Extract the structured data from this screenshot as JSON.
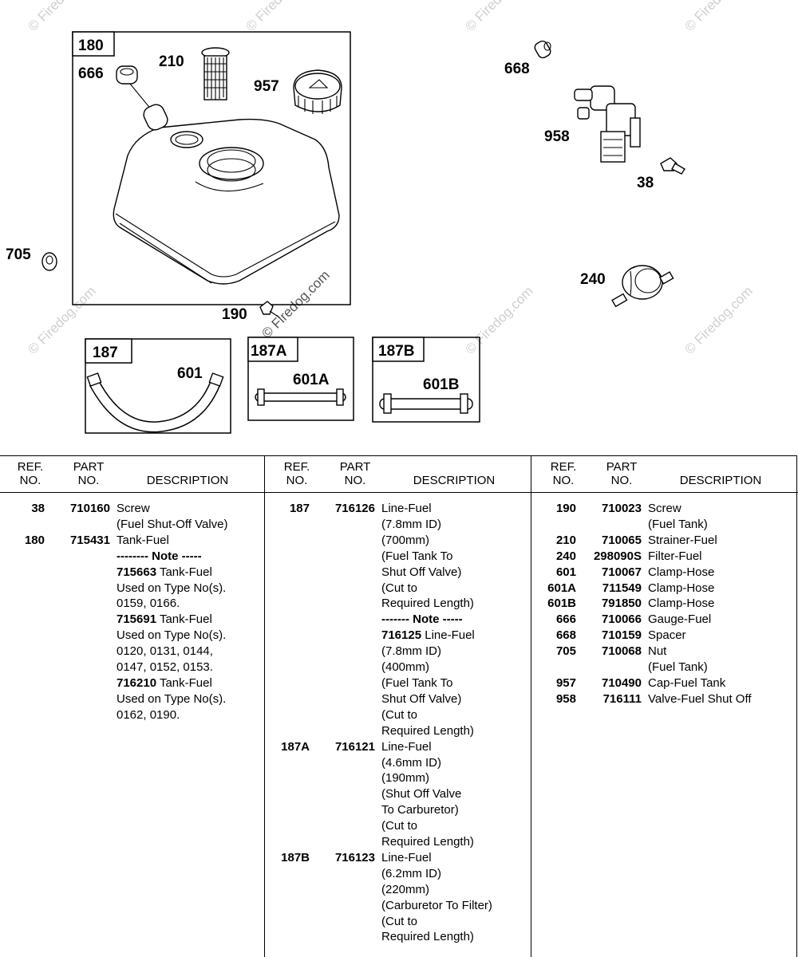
{
  "diagram": {
    "callouts": [
      "180",
      "666",
      "210",
      "957",
      "705",
      "190",
      "187",
      "601",
      "187A",
      "601A",
      "187B",
      "601B",
      "668",
      "958",
      "38",
      "240"
    ],
    "watermark": "© Firedog.com"
  },
  "table": {
    "headers": {
      "ref": [
        "REF.",
        "NO."
      ],
      "part": [
        "PART",
        "NO."
      ],
      "description": "DESCRIPTION"
    },
    "columns": [
      [
        {
          "ref": "38",
          "part": "710160",
          "desc": "Screw"
        },
        {
          "ref": "",
          "part": "",
          "desc": "(Fuel Shut-Off Valve)"
        },
        {
          "ref": "180",
          "part": "715431",
          "desc": "Tank-Fuel"
        },
        {
          "ref": "",
          "part": "",
          "desc": "-------- Note -----",
          "bold": true
        },
        {
          "ref": "",
          "part": "",
          "desc_bold": "715663",
          "desc": " Tank-Fuel"
        },
        {
          "ref": "",
          "part": "",
          "desc": "Used on Type No(s)."
        },
        {
          "ref": "",
          "part": "",
          "desc": "0159, 0166."
        },
        {
          "ref": "",
          "part": "",
          "desc_bold": "715691",
          "desc": " Tank-Fuel"
        },
        {
          "ref": "",
          "part": "",
          "desc": "Used on Type No(s)."
        },
        {
          "ref": "",
          "part": "",
          "desc": "0120, 0131, 0144,"
        },
        {
          "ref": "",
          "part": "",
          "desc": "0147, 0152, 0153."
        },
        {
          "ref": "",
          "part": "",
          "desc_bold": "716210",
          "desc": " Tank-Fuel"
        },
        {
          "ref": "",
          "part": "",
          "desc": "Used on Type No(s)."
        },
        {
          "ref": "",
          "part": "",
          "desc": "0162, 0190."
        }
      ],
      [
        {
          "ref": "187",
          "part": "716126",
          "desc": "Line-Fuel"
        },
        {
          "ref": "",
          "part": "",
          "desc": "(7.8mm ID)"
        },
        {
          "ref": "",
          "part": "",
          "desc": "(700mm)"
        },
        {
          "ref": "",
          "part": "",
          "desc": "(Fuel Tank To"
        },
        {
          "ref": "",
          "part": "",
          "desc": "Shut Off Valve)"
        },
        {
          "ref": "",
          "part": "",
          "desc": "(Cut to"
        },
        {
          "ref": "",
          "part": "",
          "desc": "Required Length)"
        },
        {
          "ref": "",
          "part": "",
          "desc": "------- Note -----",
          "bold": true
        },
        {
          "ref": "",
          "part": "",
          "desc_bold": "716125",
          "desc": " Line-Fuel"
        },
        {
          "ref": "",
          "part": "",
          "desc": "(7.8mm ID)"
        },
        {
          "ref": "",
          "part": "",
          "desc": "(400mm)"
        },
        {
          "ref": "",
          "part": "",
          "desc": "(Fuel Tank To"
        },
        {
          "ref": "",
          "part": "",
          "desc": "Shut Off Valve)"
        },
        {
          "ref": "",
          "part": "",
          "desc": "(Cut to"
        },
        {
          "ref": "",
          "part": "",
          "desc": "Required Length)"
        },
        {
          "ref": "187A",
          "part": "716121",
          "desc": "Line-Fuel"
        },
        {
          "ref": "",
          "part": "",
          "desc": "(4.6mm ID)"
        },
        {
          "ref": "",
          "part": "",
          "desc": "(190mm)"
        },
        {
          "ref": "",
          "part": "",
          "desc": "(Shut Off Valve"
        },
        {
          "ref": "",
          "part": "",
          "desc": "To Carburetor)"
        },
        {
          "ref": "",
          "part": "",
          "desc": "(Cut to"
        },
        {
          "ref": "",
          "part": "",
          "desc": "Required Length)"
        },
        {
          "ref": "187B",
          "part": "716123",
          "desc": "Line-Fuel"
        },
        {
          "ref": "",
          "part": "",
          "desc": "(6.2mm ID)"
        },
        {
          "ref": "",
          "part": "",
          "desc": "(220mm)"
        },
        {
          "ref": "",
          "part": "",
          "desc": "(Carburetor To Filter)"
        },
        {
          "ref": "",
          "part": "",
          "desc": "(Cut to"
        },
        {
          "ref": "",
          "part": "",
          "desc": "Required Length)"
        }
      ],
      [
        {
          "ref": "190",
          "part": "710023",
          "desc": "Screw"
        },
        {
          "ref": "",
          "part": "",
          "desc": "(Fuel Tank)"
        },
        {
          "ref": "210",
          "part": "710065",
          "desc": "Strainer-Fuel"
        },
        {
          "ref": "240",
          "part": "298090S",
          "desc": "Filter-Fuel"
        },
        {
          "ref": "601",
          "part": "710067",
          "desc": "Clamp-Hose"
        },
        {
          "ref": "601A",
          "part": "711549",
          "desc": "Clamp-Hose"
        },
        {
          "ref": "601B",
          "part": "791850",
          "desc": "Clamp-Hose"
        },
        {
          "ref": "666",
          "part": "710066",
          "desc": "Gauge-Fuel"
        },
        {
          "ref": "668",
          "part": "710159",
          "desc": "Spacer"
        },
        {
          "ref": "705",
          "part": "710068",
          "desc": "Nut"
        },
        {
          "ref": "",
          "part": "",
          "desc": "(Fuel Tank)"
        },
        {
          "ref": "957",
          "part": "710490",
          "desc": "Cap-Fuel Tank"
        },
        {
          "ref": "958",
          "part": "716111",
          "desc": "Valve-Fuel Shut Off"
        }
      ]
    ]
  }
}
